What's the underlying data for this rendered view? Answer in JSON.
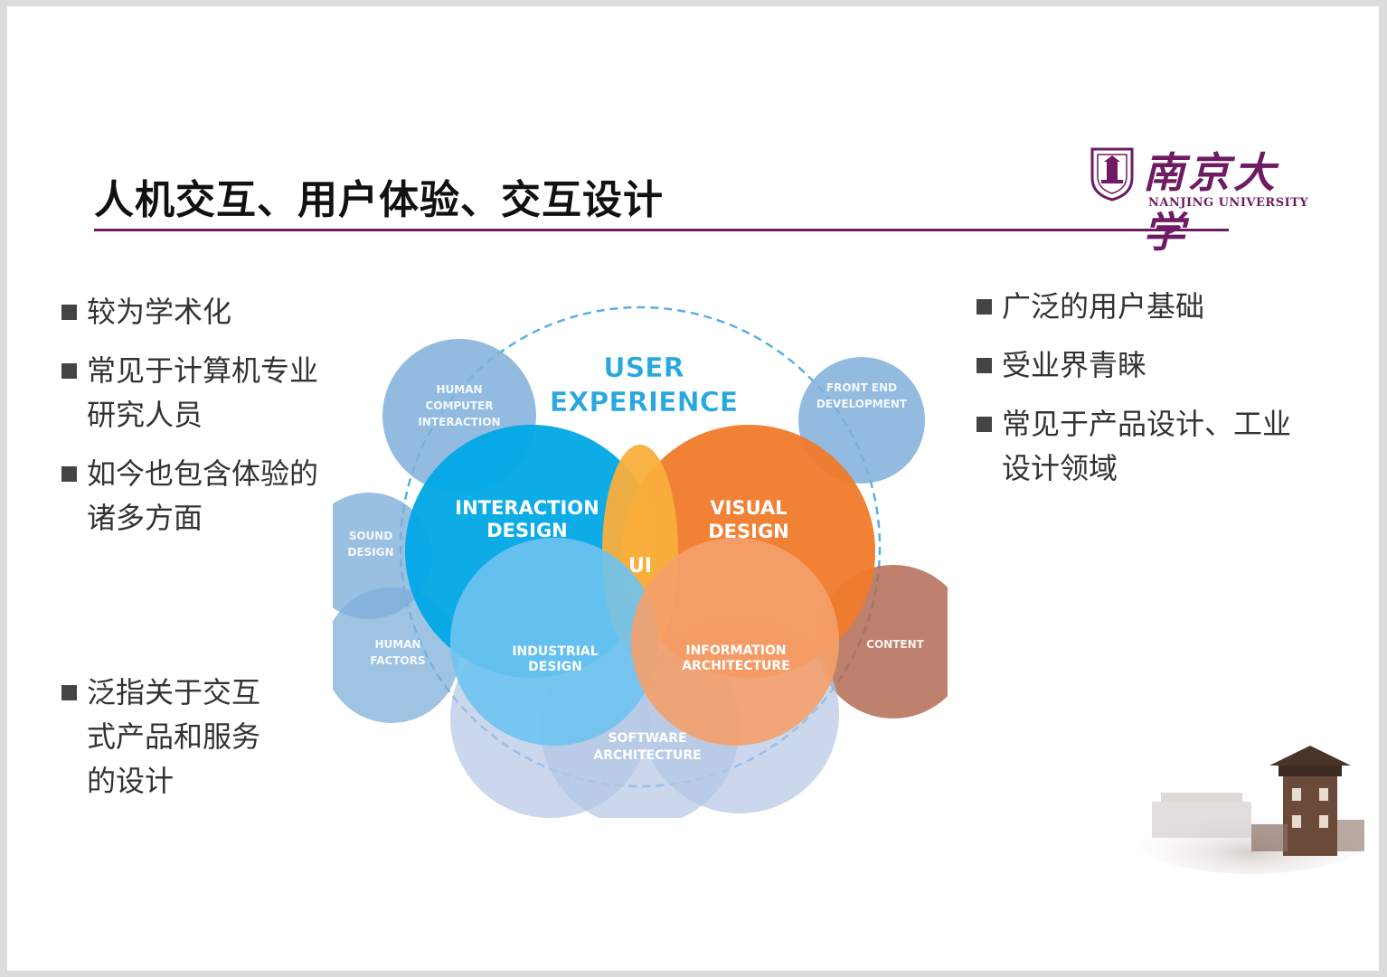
{
  "slide": {
    "title": "人机交互、用户体验、交互设计",
    "logo": {
      "cn": "南京大学",
      "en": "NANJING UNIVERSITY"
    }
  },
  "left_bullets": [
    {
      "lines": [
        "较为学术化"
      ]
    },
    {
      "lines": [
        "常见于计算机专业",
        "研究人员"
      ]
    },
    {
      "lines": [
        "如今也包含体验的",
        "诸多方面"
      ]
    }
  ],
  "left_bottom_bullet": {
    "lines": [
      "泛指关于交互",
      "式产品和服务",
      "的设计"
    ]
  },
  "right_bullets": [
    {
      "lines": [
        "广泛的用户基础"
      ]
    },
    {
      "lines": [
        "受业界青睐"
      ]
    },
    {
      "lines": [
        "常见于产品设计、工业",
        "设计领域"
      ]
    }
  ],
  "diagram": {
    "title_line1": "USER",
    "title_line2": "EXPERIENCE",
    "interaction_design": [
      "INTERACTION",
      "DESIGN"
    ],
    "visual_design": [
      "VISUAL",
      "DESIGN"
    ],
    "ui": "UI",
    "industrial_design": [
      "INDUSTRIAL",
      "DESIGN"
    ],
    "information_architecture": [
      "INFORMATION",
      "ARCHITECTURE"
    ],
    "software_architecture": [
      "SOFTWARE",
      "ARCHITECTURE"
    ],
    "hci": [
      "HUMAN",
      "COMPUTER",
      "INTERACTION"
    ],
    "frontend": [
      "FRONT END",
      "DEVELOPMENT"
    ],
    "sound": [
      "SOUND",
      "DESIGN"
    ],
    "human_factors": [
      "HUMAN",
      "FACTORS"
    ],
    "content": "CONTENT",
    "colors": {
      "interaction": "#00a8e6",
      "visual": "#f07a2a",
      "ui": "#f9ae3c",
      "periphery": "#7fafd9",
      "lower": "#b3c6e6",
      "title": "#29a8e0"
    }
  }
}
